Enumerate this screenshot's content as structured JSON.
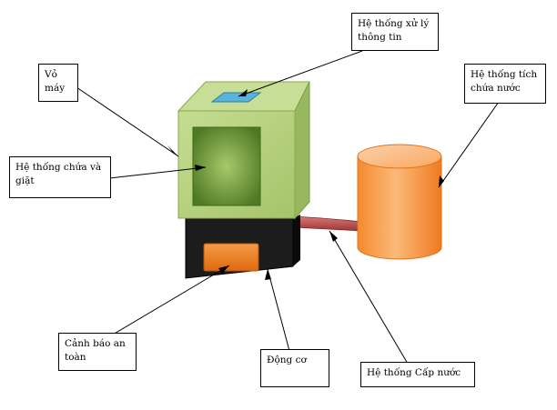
{
  "labels": {
    "processing": {
      "line1": "Hệ thống xử lý",
      "line2": "thông tin"
    },
    "casing": {
      "line1": "Vỏ",
      "line2": "máy"
    },
    "storage": {
      "line1": "Hệ thống tích",
      "line2": "chứa nước"
    },
    "wash_chamber": {
      "line1": "Hệ thống chứa và",
      "line2": "giặt"
    },
    "safety": {
      "line1": "Cảnh báo an",
      "line2": "toàn"
    },
    "motor": {
      "line1": "Động cơ"
    },
    "water_supply": {
      "line1": "Hệ thống Cấp nước"
    }
  },
  "colors": {
    "casing_front": "#b4d27a",
    "casing_top": "#c6de95",
    "casing_side": "#97b85e",
    "chamber": "#6f9a3a",
    "chip": "#5bb3dc",
    "base": "#1e1e1e",
    "warning_panel": "#ef7f1f",
    "tank": "#f7a25a",
    "pipe": "#b84a4a"
  }
}
